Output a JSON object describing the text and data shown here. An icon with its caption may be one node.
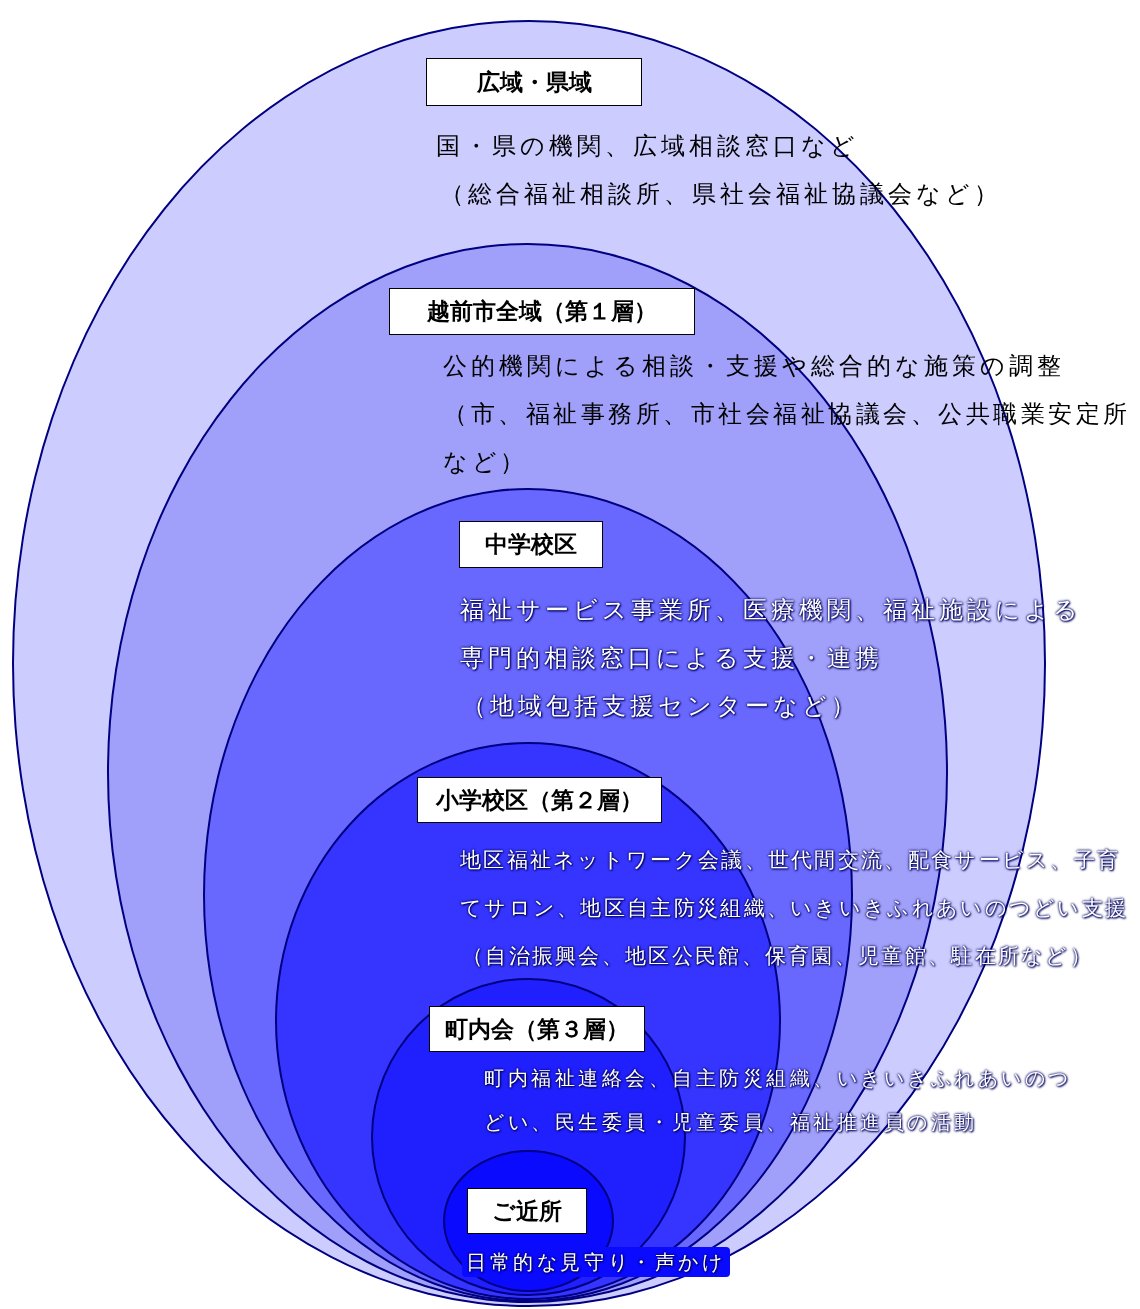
{
  "diagram": {
    "nodes": [
      {
        "text": [
          "広域・県域",
          "国・県の機関、広域相談窓口など",
          "（総合福祉相談所、県社会福祉協議会など）"
        ]
      },
      {
        "text": [
          "越前市全域（第１層）",
          "公的機関による相談・支援や総合的な施策の調整",
          "（市、福祉事務所、市社会福祉協議会、公共職業安定所など）"
        ],
        "in": 0
      },
      {
        "text": [
          "中学校区",
          "福祉サービス事業所、医療機関、福祉施設による専門的相談窓口による支援・連携",
          "（地域包括支援センターなど）"
        ],
        "in": 1
      },
      {
        "text": [
          "小学校区（第２層）",
          "地区福祉ネットワーク会議、世代間交流、配食サービス、子育てサロン、地区自主防災組織、いきいきふれあいのつどい支援",
          "（自治振興会、地区公民館、保育園、児童館、駐在所など）"
        ],
        "in": 2
      },
      {
        "text": [
          "町内会（第３層）",
          "町内福祉連絡会、自主防災組織、いきいきふれあいのつどい、民生委員・児童委員、福祉推進員の活動"
        ],
        "in": 3
      },
      {
        "text": [
          "ご近所",
          "日常的な見守り・声かけ"
        ],
        "in": 4
      }
    ],
    "edges": []
  }
}
